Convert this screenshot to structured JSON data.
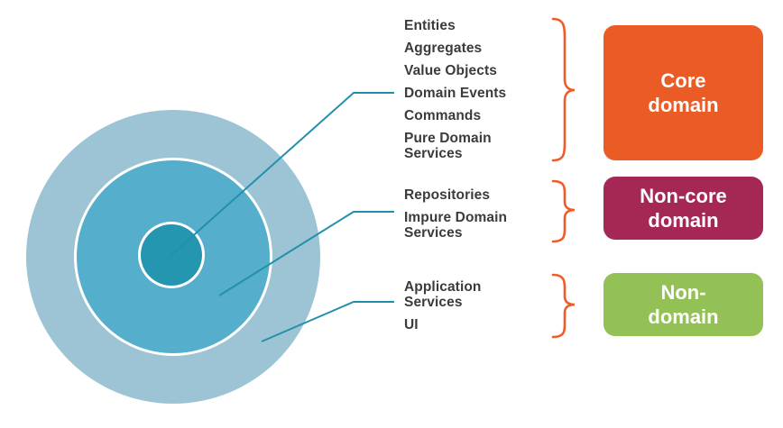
{
  "diagram": {
    "title": "Domain layering diagram",
    "rings": [
      {
        "name": "inner-ring",
        "maps_to": "Core domain",
        "color": "#2596b0"
      },
      {
        "name": "middle-ring",
        "maps_to": "Non-core domain",
        "color": "#55afcc"
      },
      {
        "name": "outer-ring",
        "maps_to": "Non-domain",
        "color": "#9cc4d4"
      }
    ],
    "leader_line_color": "#2290ad",
    "brace_color": "#f15a29",
    "groups": [
      {
        "key": "core",
        "box_label_line1": "Core",
        "box_label_line2": "domain",
        "box_color": "#ea5b26",
        "items": [
          {
            "line1": "Entities",
            "line2": ""
          },
          {
            "line1": "Aggregates",
            "line2": ""
          },
          {
            "line1": "Value Objects",
            "line2": ""
          },
          {
            "line1": "Domain Events",
            "line2": ""
          },
          {
            "line1": "Commands",
            "line2": ""
          },
          {
            "line1": "Pure Domain",
            "line2": "Services"
          }
        ]
      },
      {
        "key": "noncore",
        "box_label_line1": "Non-core",
        "box_label_line2": "domain",
        "box_color": "#a52755",
        "items": [
          {
            "line1": "Repositories",
            "line2": ""
          },
          {
            "line1": "Impure Domain",
            "line2": "Services"
          }
        ]
      },
      {
        "key": "nondomain",
        "box_label_line1": "Non-",
        "box_label_line2": "domain",
        "box_color": "#93c155",
        "items": [
          {
            "line1": "Application",
            "line2": "Services"
          },
          {
            "line1": "UI",
            "line2": ""
          }
        ]
      }
    ]
  }
}
